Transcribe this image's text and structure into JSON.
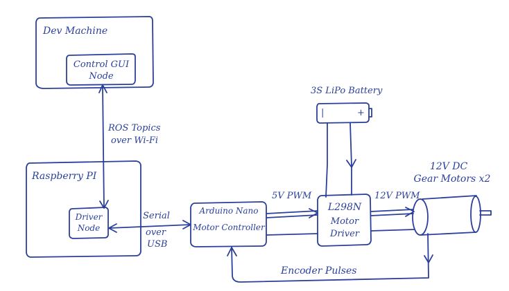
{
  "nodes": {
    "dev_machine": "Dev Machine",
    "control_gui_line1": "Control GUI",
    "control_gui_line2": "Node",
    "raspberry_pi": "Raspberry PI",
    "driver_node_line1": "Driver",
    "driver_node_line2": "Node",
    "arduino_line1": "Arduino Nano",
    "arduino_line2": "Motor Controller",
    "l298n_line1": "L298N",
    "l298n_line2": "Motor",
    "l298n_line3": "Driver",
    "battery": "3S LiPo Battery",
    "battery_minus": "|",
    "battery_plus": "+",
    "motors_line1": "12V DC",
    "motors_line2": "Gear Motors x2"
  },
  "edges": {
    "ros_line1": "ROS Topics",
    "ros_line2": "over Wi-Fi",
    "serial_line1": "Serial",
    "serial_line2": "over",
    "serial_line3": "USB",
    "pwm_5v": "5V PWM",
    "pwm_12v": "12V PWM",
    "encoder": "Encoder Pulses"
  },
  "colors": {
    "ink": "#2a3f9c",
    "background": "#ffffff"
  }
}
